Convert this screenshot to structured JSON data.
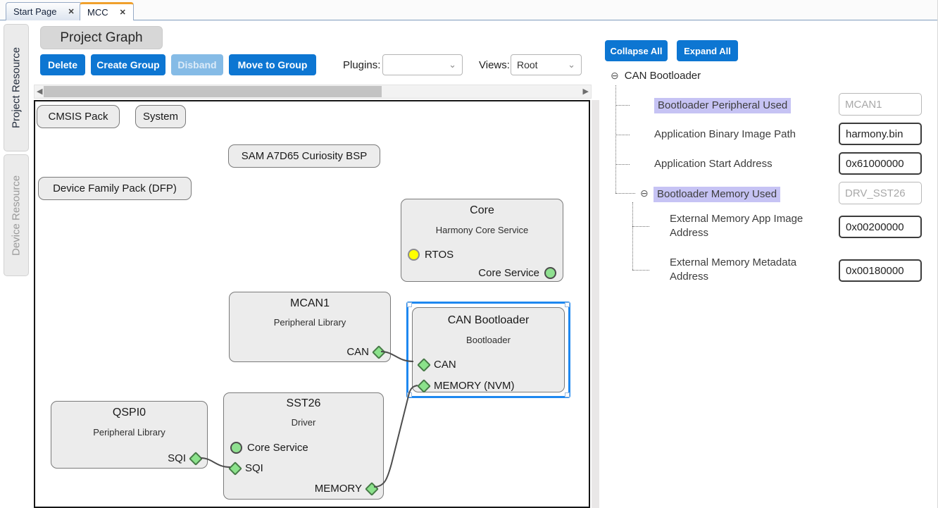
{
  "icons": {
    "close": "✕",
    "chevron_down": "⌄",
    "scroll_left": "◀",
    "scroll_right": "▶",
    "collapse": "⊖"
  },
  "colors": {
    "accent_blue": "#0d76d2",
    "disabled_blue": "#85bbe6",
    "selection_blue": "#1e88f0",
    "highlight_lavender": "#c6c3f4",
    "port_green": "#8be28b",
    "port_yellow": "#ffff00",
    "active_tab_orange": "#f0a02c"
  },
  "tabs": [
    {
      "label": "Start Page"
    },
    {
      "label": "MCC"
    }
  ],
  "side_tabs": [
    {
      "label": "Project Resource"
    },
    {
      "label": "Device Resource"
    }
  ],
  "graph": {
    "title": "Project Graph",
    "toolbar": {
      "delete": "Delete",
      "create_group": "Create Group",
      "disband": "Disband",
      "move_to_group": "Move to Group",
      "plugins_label": "Plugins:",
      "plugins_value": "",
      "views_label": "Views:",
      "views_value": "Root"
    },
    "nodes": [
      {
        "title": "CMSIS Pack"
      },
      {
        "title": "System"
      },
      {
        "title": "SAM A7D65 Curiosity BSP"
      },
      {
        "title": "Device Family Pack (DFP)"
      },
      {
        "title": "Core",
        "subtitle": "Harmony Core Service",
        "ports": [
          {
            "name": "RTOS"
          },
          {
            "name": "Core Service"
          }
        ]
      },
      {
        "title": "MCAN1",
        "subtitle": "Peripheral Library",
        "ports": [
          {
            "name": "CAN"
          }
        ]
      },
      {
        "title": "CAN Bootloader",
        "subtitle": "Bootloader",
        "selected": true,
        "ports": [
          {
            "name": "CAN"
          },
          {
            "name": "MEMORY (NVM)"
          }
        ]
      },
      {
        "title": "QSPI0",
        "subtitle": "Peripheral Library",
        "ports": [
          {
            "name": "SQI"
          }
        ]
      },
      {
        "title": "SST26",
        "subtitle": "Driver",
        "ports": [
          {
            "name": "Core Service"
          },
          {
            "name": "SQI"
          },
          {
            "name": "MEMORY"
          }
        ]
      }
    ]
  },
  "properties": {
    "collapse_all": "Collapse All",
    "expand_all": "Expand All",
    "root": "CAN Bootloader",
    "rows": [
      {
        "label": "Bootloader Peripheral Used",
        "value": "MCAN1"
      },
      {
        "label": "Application Binary Image Path",
        "value": "harmony.bin"
      },
      {
        "label": "Application Start Address",
        "value": "0x61000000"
      },
      {
        "label": "Bootloader Memory Used",
        "value": "DRV_SST26"
      },
      {
        "label": "External Memory App Image Address",
        "value": "0x00200000"
      },
      {
        "label": "External Memory Metadata Address",
        "value": "0x00180000"
      }
    ]
  }
}
